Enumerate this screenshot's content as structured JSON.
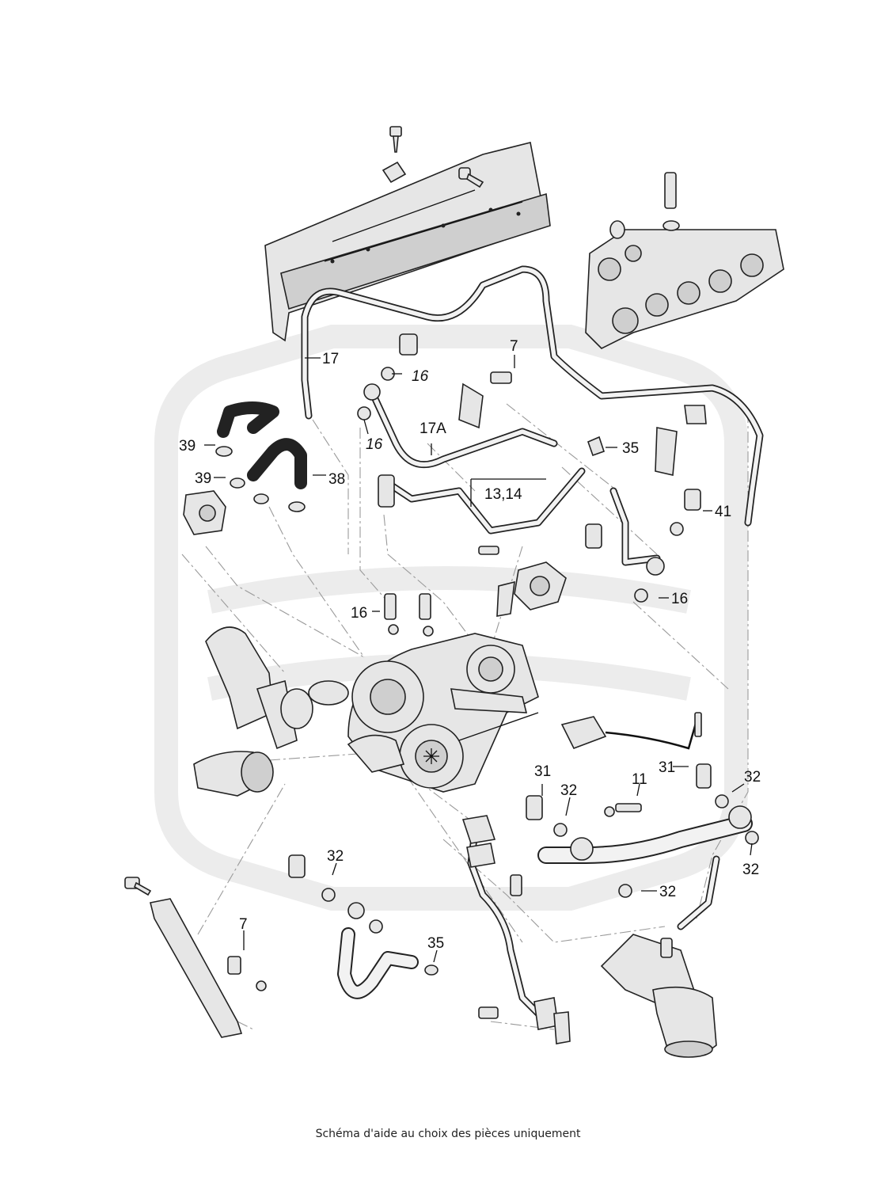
{
  "caption": "Schéma d'aide au choix des pièces uniquement",
  "callouts": [
    {
      "id": "c17",
      "text": "17"
    },
    {
      "id": "c16a",
      "text": "16"
    },
    {
      "id": "c7a",
      "text": "7"
    },
    {
      "id": "c16b",
      "text": "16"
    },
    {
      "id": "c17A",
      "text": "17A"
    },
    {
      "id": "c35a",
      "text": "35"
    },
    {
      "id": "c1314",
      "text": "13,14"
    },
    {
      "id": "c39a",
      "text": "39"
    },
    {
      "id": "c39b",
      "text": "39"
    },
    {
      "id": "c38",
      "text": "38"
    },
    {
      "id": "c41",
      "text": "41"
    },
    {
      "id": "c16c",
      "text": "16"
    },
    {
      "id": "c16d",
      "text": "16"
    },
    {
      "id": "c31a",
      "text": "31"
    },
    {
      "id": "c32a",
      "text": "32"
    },
    {
      "id": "c11",
      "text": "11"
    },
    {
      "id": "c31b",
      "text": "31"
    },
    {
      "id": "c32b",
      "text": "32"
    },
    {
      "id": "c32c",
      "text": "32"
    },
    {
      "id": "c32d",
      "text": "32"
    },
    {
      "id": "c32e",
      "text": "32"
    },
    {
      "id": "c7b",
      "text": "7"
    },
    {
      "id": "c35b",
      "text": "35"
    }
  ]
}
